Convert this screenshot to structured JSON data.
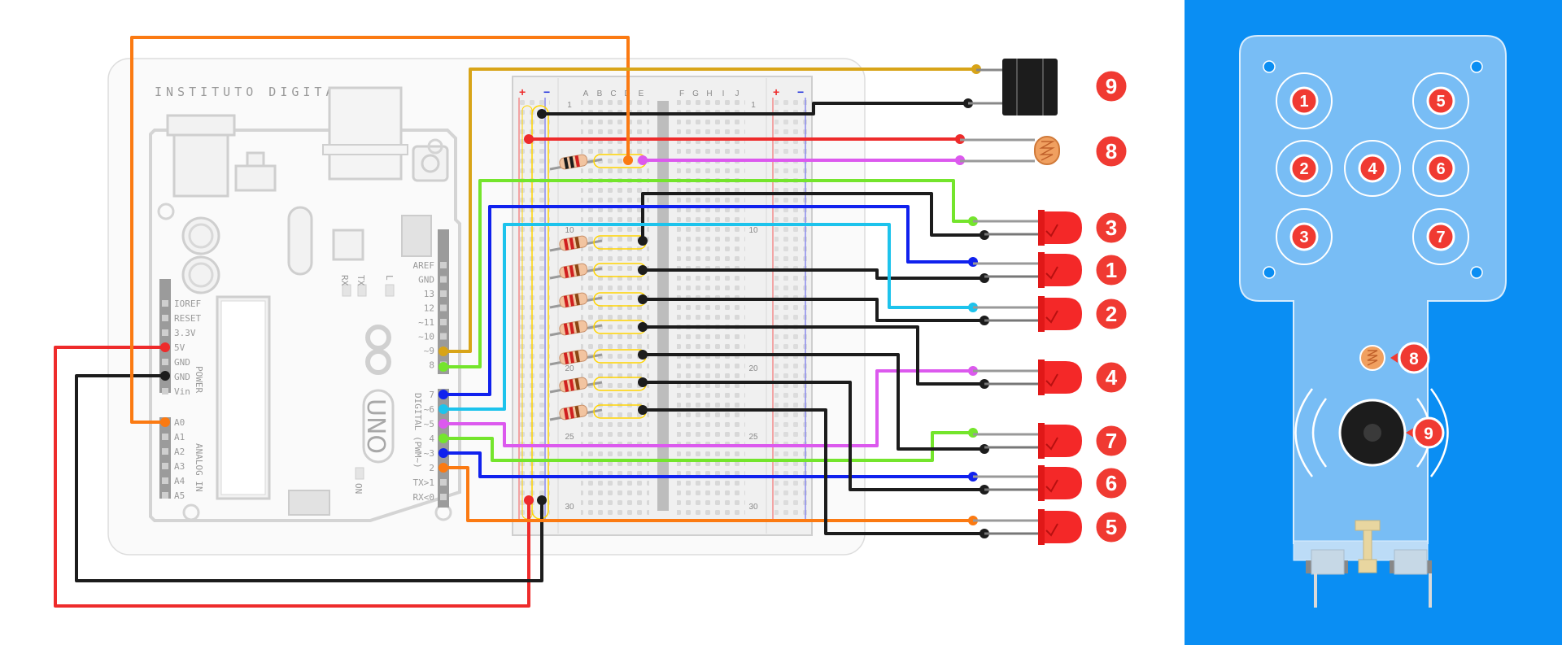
{
  "arduino": {
    "brand": "INSTITUTO DIGITAL",
    "model": "UNO",
    "on_label": "ON",
    "power_header_label": "POWER",
    "analog_header_label": "ANALOG IN",
    "digital_header_label": "DIGITAL (PWM~)",
    "rx_label": "RX",
    "tx_label": "TX",
    "l_label": "L",
    "power_pins": [
      "IOREF",
      "RESET",
      "3.3V",
      "5V",
      "GND",
      "GND",
      "Vin"
    ],
    "analog_pins": [
      "A0",
      "A1",
      "A2",
      "A3",
      "A4",
      "A5"
    ],
    "digital_pins_top": [
      "AREF",
      "GND",
      "13",
      "12",
      "~11",
      "~10",
      "~9",
      "8"
    ],
    "digital_pins_bottom": [
      "7",
      "~6",
      "~5",
      "4",
      "~3",
      "2",
      "TX>1",
      "RX<0"
    ]
  },
  "breadboard": {
    "column_letters_left": [
      "A",
      "B",
      "C",
      "D",
      "E"
    ],
    "column_letters_right": [
      "F",
      "G",
      "H",
      "I",
      "J"
    ],
    "row_numbers": [
      "1",
      "10",
      "20",
      "25",
      "30"
    ],
    "plus_label": "+",
    "minus_label": "−"
  },
  "components": [
    {
      "id": "9",
      "type": "buzzer"
    },
    {
      "id": "8",
      "type": "ldr"
    },
    {
      "id": "3",
      "type": "led"
    },
    {
      "id": "1",
      "type": "led"
    },
    {
      "id": "2",
      "type": "led"
    },
    {
      "id": "4",
      "type": "led"
    },
    {
      "id": "7",
      "type": "led"
    },
    {
      "id": "6",
      "type": "led"
    },
    {
      "id": "5",
      "type": "led"
    }
  ],
  "panel": {
    "background": "#0a8ef3",
    "board_color": "#78bdf5",
    "button_labels": [
      "1",
      "5",
      "2",
      "4",
      "6",
      "3",
      "7"
    ],
    "sensor_label": "8",
    "buzzer_label": "9"
  },
  "colors": {
    "badge": "#f03a32",
    "led": "#f42828",
    "wire_red": "#ee2b2b",
    "wire_black": "#1c1c1c",
    "wire_orange": "#fb7a12",
    "wire_yellow": "#d8a418",
    "wire_green": "#74e52c",
    "wire_blue": "#1021ee",
    "wire_cyan": "#1dc3ec",
    "wire_magenta": "#dc59ee"
  }
}
